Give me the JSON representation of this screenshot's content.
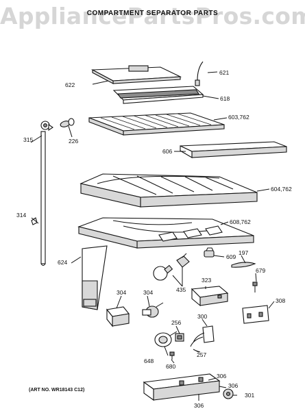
{
  "watermark": "AppliancePartsPros.com",
  "title": "COMPARTMENT SEPARATOR PARTS",
  "art_no": "(ART NO. WR18143 C12)",
  "labels": {
    "l621": "621",
    "l622": "622",
    "l618": "618",
    "l603": "603,762",
    "l315": "315",
    "l226": "226",
    "l606": "606",
    "l604": "604,762",
    "l314": "314",
    "l608": "608,762",
    "l624": "624",
    "l609": "609",
    "l197": "197",
    "l679": "679",
    "l435": "435",
    "l323": "323",
    "l304a": "304",
    "l304b": "304",
    "l308": "308",
    "l256": "256",
    "l300": "300",
    "l648": "648",
    "l257": "257",
    "l680": "680",
    "l306a": "306",
    "l306b": "306",
    "l301": "301",
    "l306c": "306"
  }
}
